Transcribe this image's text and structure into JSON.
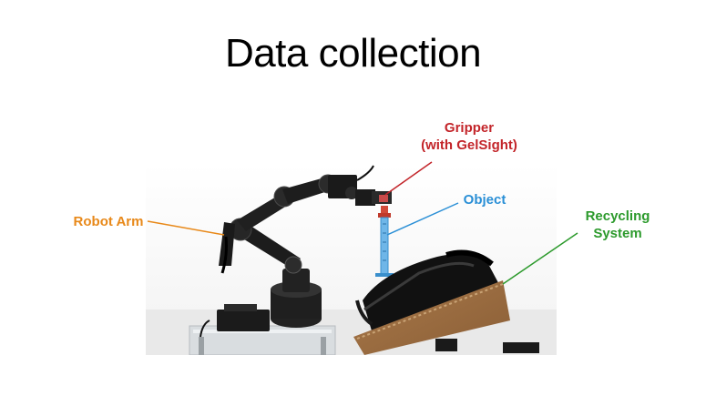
{
  "slide": {
    "title": "Data collection"
  },
  "labels": {
    "gripper_line1": "Gripper",
    "gripper_line2": "(with GelSight)",
    "object": "Object",
    "robot_arm": "Robot Arm",
    "recycling_line1": "Recycling",
    "recycling_line2": "System"
  },
  "colors": {
    "gripper": "#c3252a",
    "object": "#2a8fd6",
    "robot_arm": "#e8891a",
    "recycling": "#2c9a2c"
  }
}
